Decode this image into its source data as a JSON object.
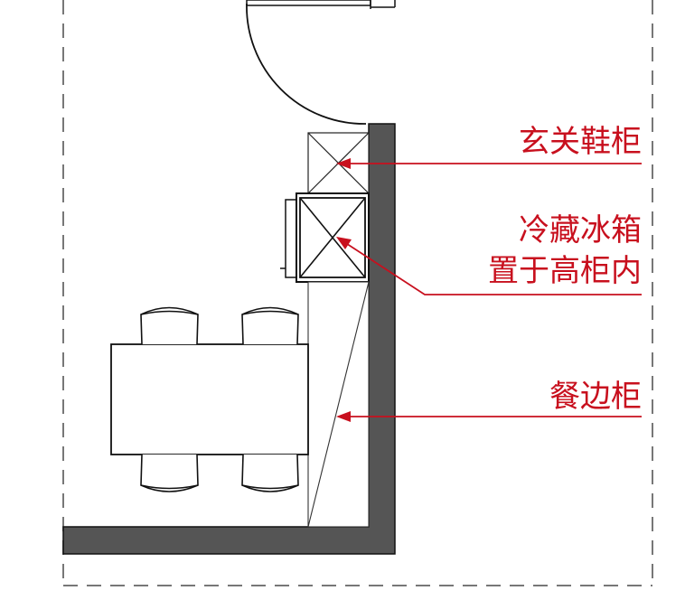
{
  "colors": {
    "wall_fill": "#555555",
    "line": "#111111",
    "annotation": "#c8101e",
    "dashed_boundary": "#777777",
    "background": "#ffffff"
  },
  "labels": {
    "shoe_cabinet": "玄关鞋柜",
    "fridge_line1": "冷藏冰箱",
    "fridge_line2": "置于高柜内",
    "sideboard": "餐边柜"
  }
}
